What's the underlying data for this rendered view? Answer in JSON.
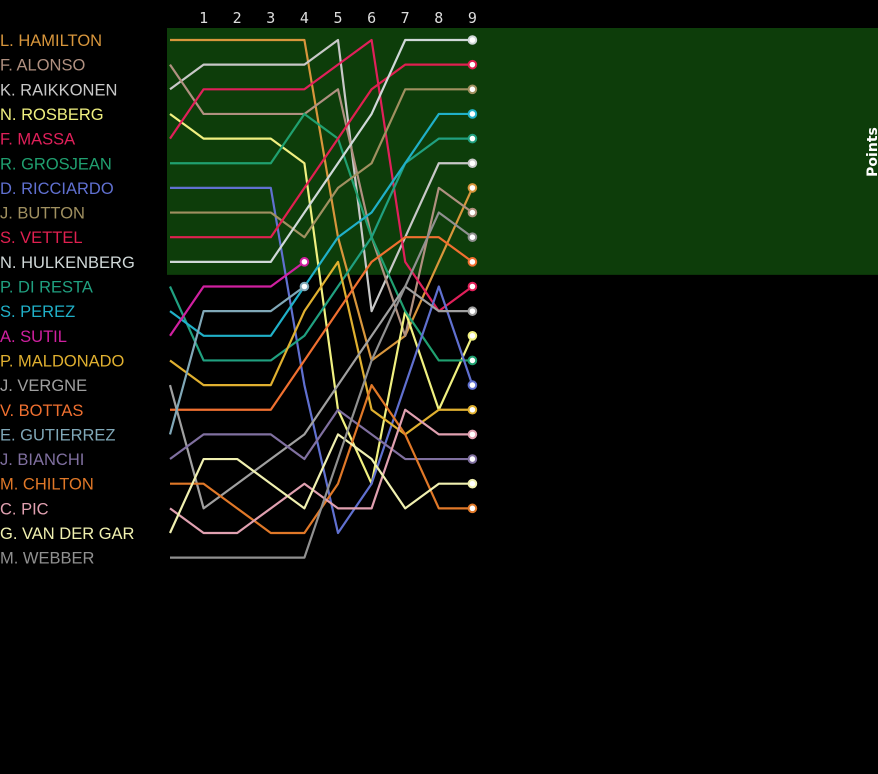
{
  "chart_data": {
    "type": "line",
    "subtype": "bump",
    "title": "",
    "axis_title": "Points",
    "x_ticks": [
      "1",
      "2",
      "3",
      "4",
      "5",
      "6",
      "7",
      "8",
      "9"
    ],
    "highlight_band_ranks": [
      1,
      10
    ],
    "colors": {
      "background": "#000000",
      "band": "#0d3d0a"
    },
    "series": [
      {
        "name": "L. HAMILTON",
        "color": "#d8963c",
        "values": [
          1,
          1,
          1,
          1,
          1,
          9,
          14,
          13,
          10,
          7
        ]
      },
      {
        "name": "K. RAIKKONEN",
        "color": "#c8c8c8",
        "values": [
          3,
          2,
          2,
          2,
          2,
          1,
          12,
          9,
          6,
          6
        ]
      },
      {
        "name": "F. ALONSO",
        "color": "#b09080",
        "values": [
          2,
          4,
          4,
          4,
          4,
          3,
          9,
          13,
          7,
          8
        ]
      },
      {
        "name": "N. ROSBERG",
        "color": "#f0f080",
        "values": [
          4,
          5,
          5,
          5,
          6,
          16,
          19,
          12,
          16,
          13
        ]
      },
      {
        "name": "F. MASSA",
        "color": "#e0205a",
        "values": [
          5,
          3,
          3,
          3,
          3,
          2,
          1,
          10,
          12,
          11
        ]
      },
      {
        "name": "R. GROSJEAN",
        "color": "#20a070",
        "values": [
          6,
          6,
          6,
          6,
          4,
          5,
          9,
          12,
          14,
          14
        ]
      },
      {
        "name": "D. RICCIARDO",
        "color": "#6070d0",
        "values": [
          7,
          7,
          7,
          7,
          15,
          21,
          19,
          15,
          11,
          15
        ]
      },
      {
        "name": "J. BUTTON",
        "color": "#a09060",
        "values": [
          8,
          8,
          8,
          8,
          9,
          7,
          6,
          3,
          3,
          3
        ]
      },
      {
        "name": "S. VETTEL",
        "color": "#e02050",
        "values": [
          9,
          9,
          9,
          9,
          7,
          5,
          3,
          2,
          2,
          2
        ]
      },
      {
        "name": "N. HULKENBERG",
        "color": "#d0d8d8",
        "values": [
          10,
          10,
          10,
          10,
          8,
          6,
          4,
          1,
          1,
          1
        ]
      },
      {
        "name": "P. DI RESTA",
        "color": "#20a080",
        "values": [
          11,
          14,
          14,
          14,
          13,
          11,
          9,
          6,
          5,
          5
        ]
      },
      {
        "name": "S. PEREZ",
        "color": "#20b0c8",
        "values": [
          12,
          13,
          13,
          13,
          11,
          9,
          8,
          6,
          4,
          4
        ]
      },
      {
        "name": "A. SUTIL",
        "color": "#d020a0",
        "values": [
          13,
          11,
          11,
          11,
          10
        ]
      },
      {
        "name": "P. MALDONADO",
        "color": "#e0b030",
        "values": [
          14,
          15,
          15,
          15,
          12,
          10,
          16,
          17,
          16,
          16
        ]
      },
      {
        "name": "J. VERGNE",
        "color": "#a0a0a0",
        "values": [
          15,
          20,
          19,
          18,
          17,
          15,
          13,
          11,
          12,
          12
        ]
      },
      {
        "name": "V. BOTTAS",
        "color": "#f07030",
        "values": [
          16,
          16,
          16,
          16,
          14,
          12,
          10,
          9,
          9,
          10
        ]
      },
      {
        "name": "E. GUTIERREZ",
        "color": "#80a8b8",
        "values": [
          17,
          12,
          12,
          12,
          11
        ]
      },
      {
        "name": "J. BIANCHI",
        "color": "#8070a0",
        "values": [
          18,
          17,
          17,
          17,
          18,
          16,
          17,
          18,
          18,
          18
        ]
      },
      {
        "name": "M. CHILTON",
        "color": "#e07828",
        "values": [
          19,
          19,
          20,
          21,
          21,
          19,
          15,
          17,
          20,
          20
        ]
      },
      {
        "name": "C. PIC",
        "color": "#e0a0b0",
        "values": [
          20,
          21,
          21,
          20,
          19,
          20,
          20,
          16,
          17,
          17
        ]
      },
      {
        "name": "G. VAN DER GAR",
        "color": "#f0f0b0",
        "values": [
          21,
          18,
          18,
          19,
          20,
          17,
          18,
          20,
          19,
          19
        ]
      },
      {
        "name": "M. WEBBER",
        "color": "#909090",
        "values": [
          22,
          22,
          22,
          22,
          22,
          18,
          14,
          11,
          8,
          9
        ]
      }
    ]
  }
}
